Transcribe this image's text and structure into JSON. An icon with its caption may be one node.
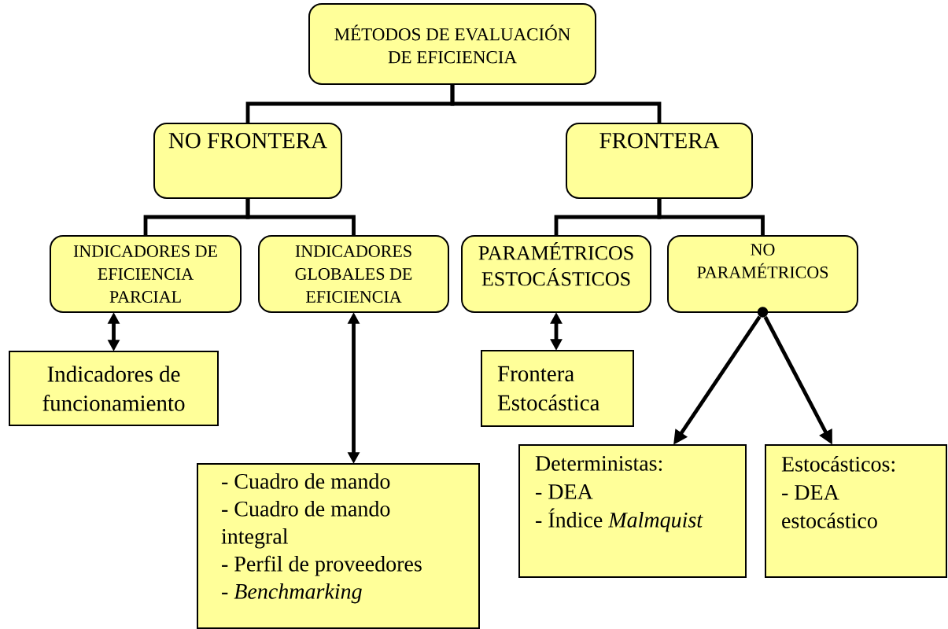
{
  "diagram": {
    "nodes": [
      {
        "text": [
          "MÉTODOS DE EVALUACIÓN DE EFICIENCIA"
        ]
      },
      {
        "text": [
          "NO FRONTERA"
        ]
      },
      {
        "text": [
          "FRONTERA"
        ]
      },
      {
        "text": [
          "INDICADORES DE EFICIENCIA PARCIAL"
        ]
      },
      {
        "text": [
          "INDICADORES GLOBALES DE EFICIENCIA"
        ]
      },
      {
        "text": [
          "PARAMÉTRICOS ESTOCÁSTICOS"
        ]
      },
      {
        "text": [
          "NO PARAMÉTRICOS"
        ]
      },
      {
        "text": [
          "Indicadores de funcionamiento"
        ]
      },
      {
        "text": [
          "- Cuadro de mando",
          "- Cuadro de mando integral",
          "- Perfil de proveedores",
          "- *Benchmarking*"
        ]
      },
      {
        "text": [
          "Frontera Estocástica"
        ]
      },
      {
        "text": [
          "Deterministas:",
          "- DEA",
          "- Índice *Malmquist*"
        ]
      },
      {
        "text": [
          "Estocásticos:",
          "- DEA estocástico"
        ]
      },
      {
        "text": [],
        "shape": "circle"
      }
    ],
    "edges": [
      {
        "from": 0,
        "to": 1,
        "arrow": "none"
      },
      {
        "from": 0,
        "to": 2,
        "arrow": "none"
      },
      {
        "from": 1,
        "to": 3,
        "arrow": "none"
      },
      {
        "from": 1,
        "to": 4,
        "arrow": "none"
      },
      {
        "from": 2,
        "to": 5,
        "arrow": "none"
      },
      {
        "from": 2,
        "to": 6,
        "arrow": "none"
      },
      {
        "from": 3,
        "to": 7,
        "arrow": "both"
      },
      {
        "from": 4,
        "to": 8,
        "arrow": "both"
      },
      {
        "from": 5,
        "to": 9,
        "arrow": "both"
      },
      {
        "from": 12,
        "to": 10,
        "arrow": "to"
      },
      {
        "from": 12,
        "to": 11,
        "arrow": "to"
      }
    ]
  }
}
